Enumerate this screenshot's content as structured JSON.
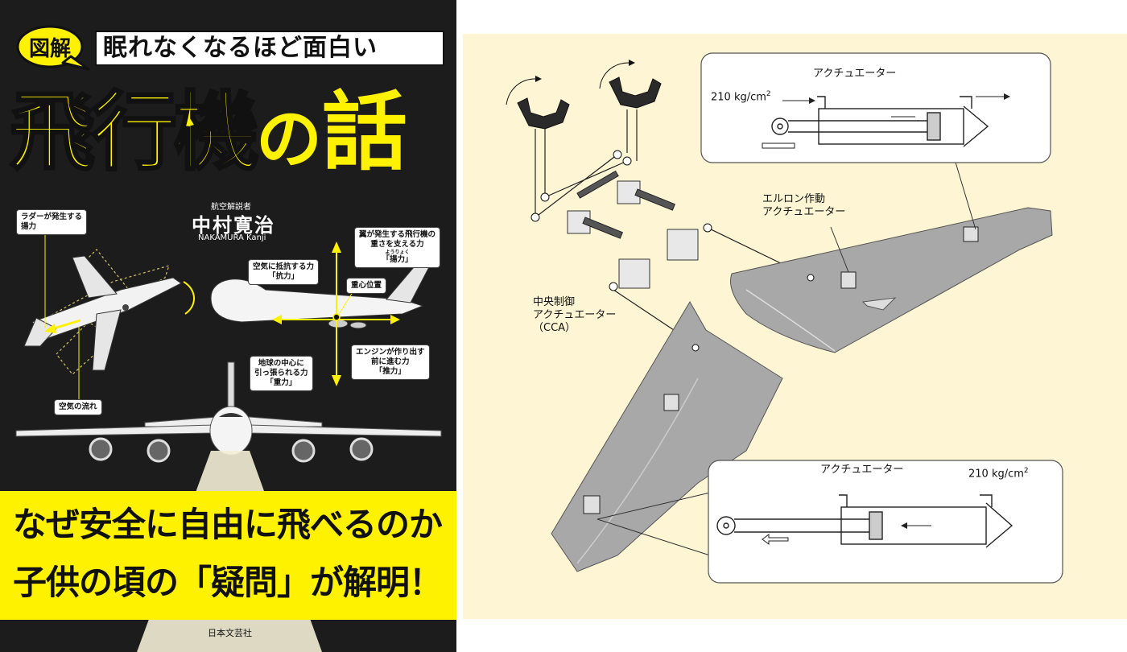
{
  "cover": {
    "badge": "図解",
    "subtitle": "眠れなくなるほど面白い",
    "title_main": "飛行機",
    "title_no": "の",
    "title_end": "話",
    "author_role": "航空解説者",
    "author_name": "中村寛治",
    "author_roman": "NAKAMURA Kanji",
    "labels": {
      "rudder_lift_1": "ラダーが発生する",
      "rudder_lift_2": "揚力",
      "wing_lift_1": "翼が発生する飛行機の",
      "wing_lift_2": "重さを支える力",
      "wing_lift_ruby": "ようりょく",
      "wing_lift_3": "「揚力」",
      "drag_1": "空気に抵抗する力",
      "drag_2": "「抗力」",
      "cg": "重心位置",
      "airflow": "空気の流れ",
      "gravity_1": "地球の中心に",
      "gravity_2": "引っ張られる力",
      "gravity_3": "「重力」",
      "thrust_1": "エンジンが作り出す",
      "thrust_2": "前に進む力",
      "thrust_3": "「推力」"
    },
    "tagline_1": "なぜ安全に自由に飛べるのか",
    "tagline_2": "子供の頃の「疑問」が解明！",
    "publisher": "日本文芸社"
  },
  "diagram": {
    "actuator_top_title": "アクチュエーター",
    "pressure_top": "210 kg/cm",
    "pressure_top_exp": "2",
    "aileron_1": "エルロン作動",
    "aileron_2": "アクチュエーター",
    "cca_1": "中央制御",
    "cca_2": "アクチュエーター",
    "cca_3": "（CCA）",
    "actuator_bottom_title": "アクチュエーター",
    "pressure_bottom": "210 kg/cm",
    "pressure_bottom_exp": "2"
  },
  "colors": {
    "cover_bg": "#1c1c1c",
    "cover_yellow": "#fff200",
    "diagram_bg": "#fdf5d3",
    "wing_gray": "#a8a8a8"
  }
}
